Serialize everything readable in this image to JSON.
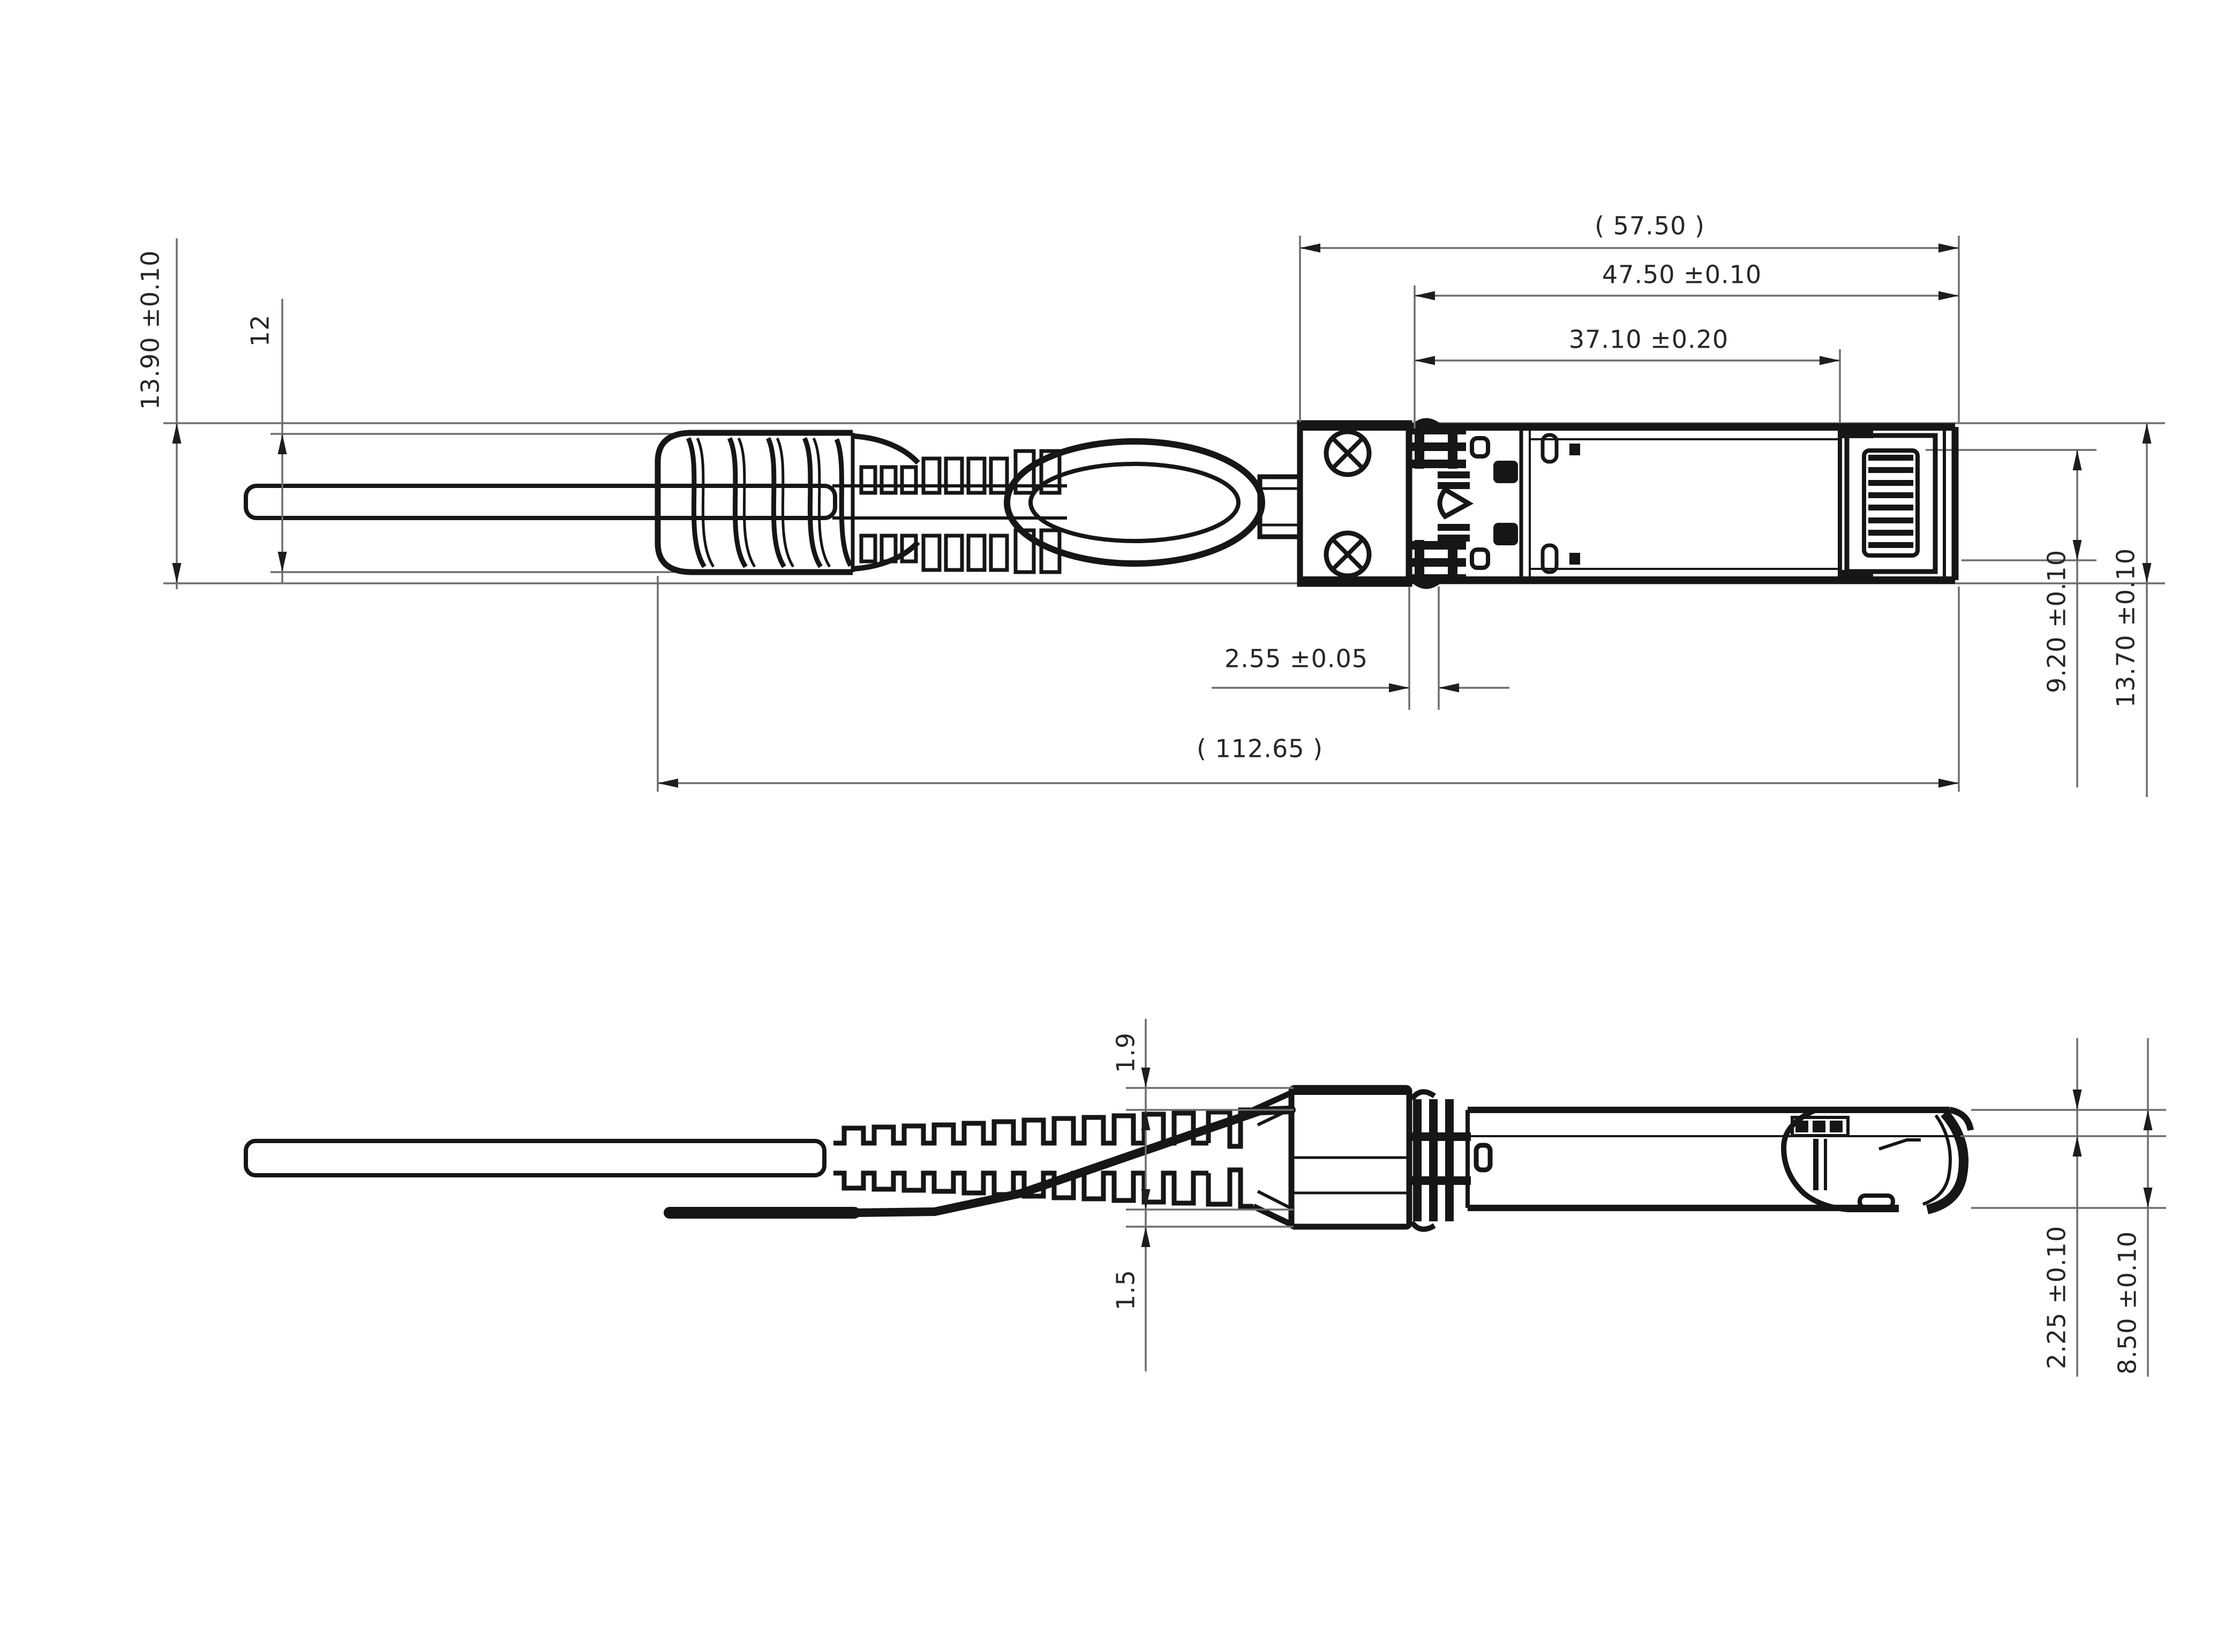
{
  "colors": {
    "background": "#ffffff",
    "object_line": "#161616",
    "dimension_line": "#6e6e6e",
    "text": "#262626"
  },
  "views": {
    "top": {
      "dims": {
        "overall_ref": "( 57.50 )",
        "body": "47.50 ±0.10",
        "insert": "37.10 ±0.20",
        "latch": "2.55 ±0.05",
        "assembly_ref": "( 112.65 )",
        "width_overall": "13.90 ±0.10",
        "width_boot": "12",
        "width_plug": "9.20 ±0.10",
        "width_conn": "13.70 ±0.10"
      }
    },
    "side": {
      "dims": {
        "top_gap": "1.9",
        "bottom_gap": "1.5",
        "latch_height": "2.25 ±0.10",
        "height_overall": "8.50 ±0.10"
      }
    }
  }
}
